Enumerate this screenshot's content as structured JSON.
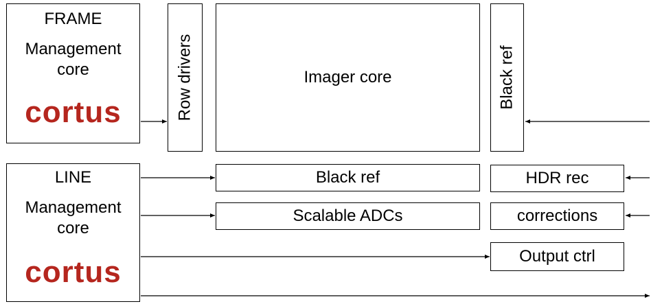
{
  "frame_core": {
    "title": "FRAME",
    "subtitle_line1": "Management",
    "subtitle_line2": "core",
    "logo_text": "cortus"
  },
  "line_core": {
    "title": "LINE",
    "subtitle_line1": "Management",
    "subtitle_line2": "core",
    "logo_text": "cortus"
  },
  "blocks": {
    "row_drivers": "Row drivers",
    "imager_core": "Imager core",
    "black_ref_vertical": "Black ref",
    "black_ref": "Black ref",
    "scalable_adcs": "Scalable ADCs",
    "hdr_rec": "HDR rec",
    "corrections": "corrections",
    "output_ctrl": "Output ctrl"
  },
  "colors": {
    "logo": "#b5261e",
    "line": "#000000"
  }
}
